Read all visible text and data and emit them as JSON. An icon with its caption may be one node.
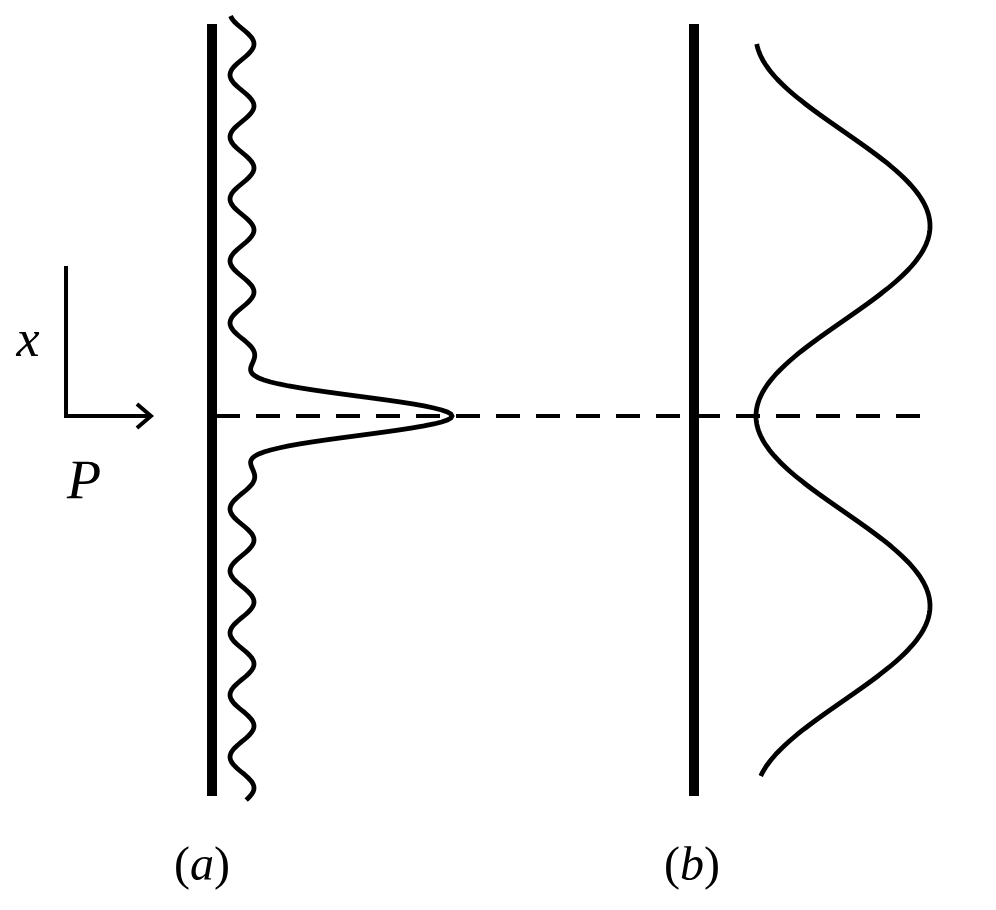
{
  "diagram": {
    "labels": [
      "x",
      "P",
      "(*a*)",
      "(*b*)"
    ]
  }
}
